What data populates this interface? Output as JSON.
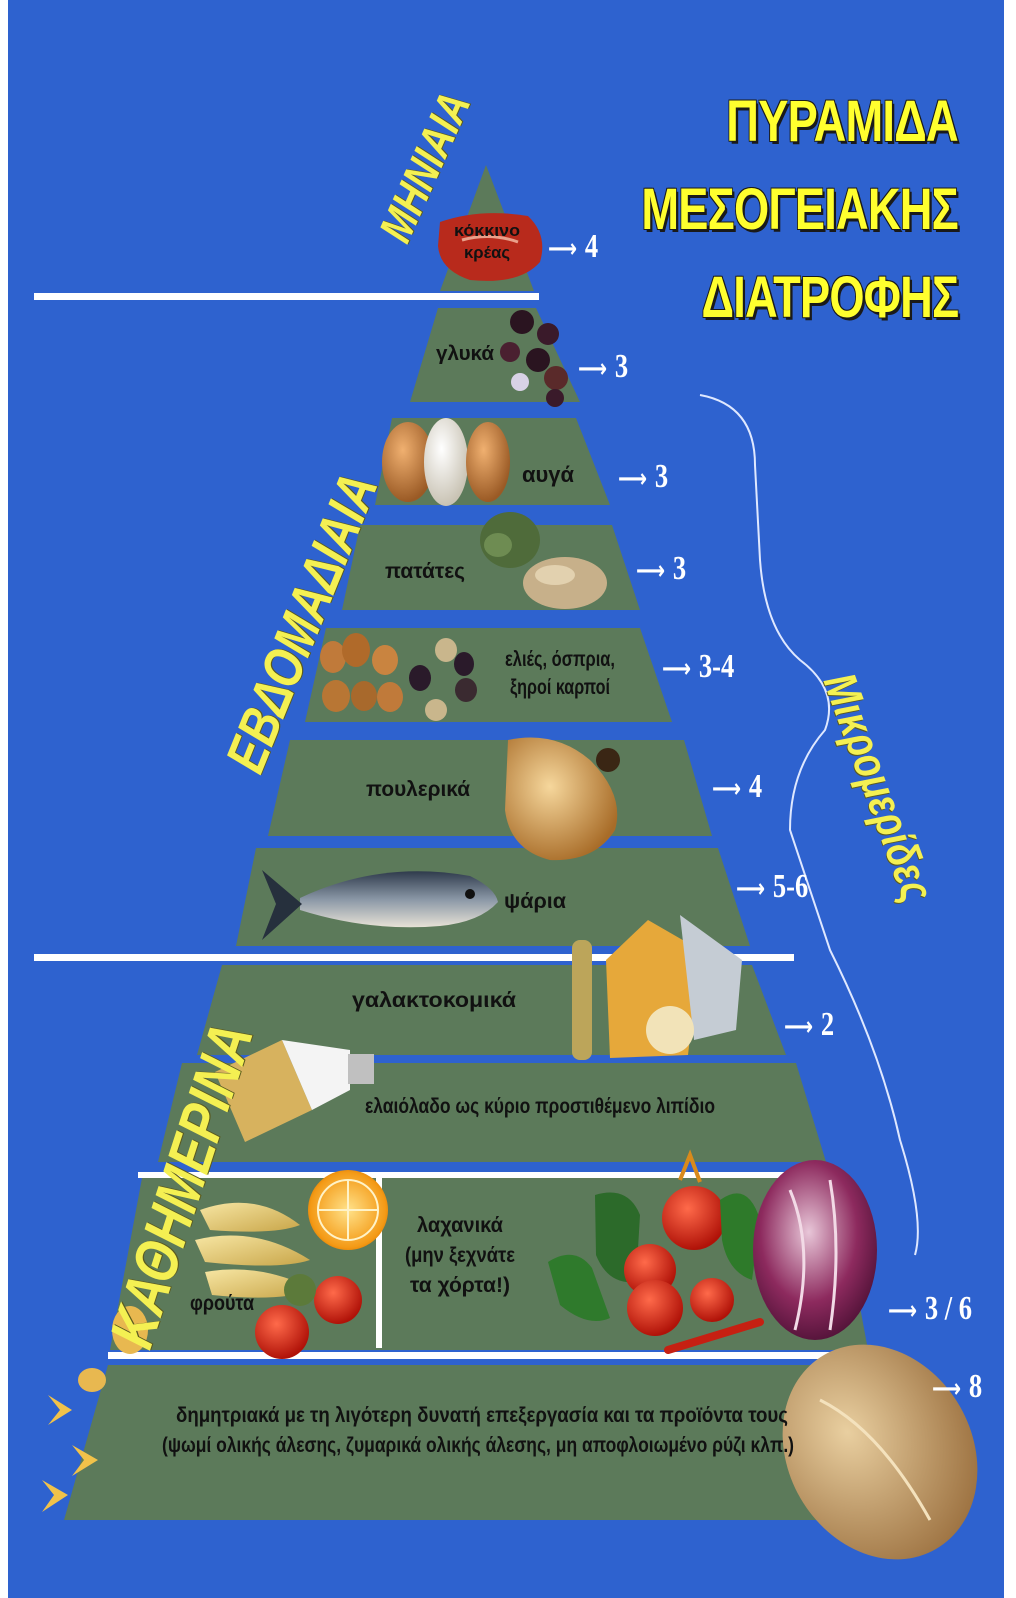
{
  "title": {
    "line1": "ΠΥΡΑΜΙΔΑ",
    "line2": "ΜΕΣΟΓΕΙΑΚΗΣ",
    "line3": "ΔΙΑΤΡΟΦΗΣ"
  },
  "frequency_labels": {
    "monthly": "ΜΗΝΙΑΙΑ",
    "weekly": "ΕΒΔΟΜΑΔΙΑΙΑ",
    "daily": "ΚΑΘΗΜΕΡΙΝΑ",
    "portions": "Μικρομερίδες"
  },
  "tiers": [
    {
      "label_line1": "κόκκινο",
      "label_line2": "κρέας",
      "servings": "4"
    },
    {
      "label": "γλυκά",
      "servings": "3"
    },
    {
      "label": "αυγά",
      "servings": "3"
    },
    {
      "label": "πατάτες",
      "servings": "3"
    },
    {
      "label_line1": "ελιές, όσπρια,",
      "label_line2": "ξηροί καρποί",
      "servings": "3-4"
    },
    {
      "label": "πουλερικά",
      "servings": "4"
    },
    {
      "label": "ψάρια",
      "servings": "5-6"
    },
    {
      "label": "γαλακτοκομικά",
      "servings": "2"
    },
    {
      "label": "ελαιόλαδο ως κύριο προστιθέμενο λιπίδιο"
    },
    {
      "label_fruit": "φρούτα",
      "label_veg_line1": "λαχανικά",
      "label_veg_line2": "(μην ξεχνάτε",
      "label_veg_line3": "τα χόρτα!)",
      "servings": "3 / 6"
    },
    {
      "label_line1": "δημητριακά με τη λιγότερη δυνατή επεξεργασία και τα προϊόντα τους",
      "label_line2": "(ψωμί ολικής άλεσης, ζυμαρικά ολικής άλεσης, μη αποφλοιωμένο ρύζι κλπ.)",
      "servings": "8"
    }
  ],
  "colors": {
    "background": "#2e62cf",
    "pyramid": "#5c7a5a",
    "separator": "#ffffff",
    "title": "#ffff2e",
    "frequency_text": "#f4f052",
    "serving_text": "#ffffff"
  }
}
